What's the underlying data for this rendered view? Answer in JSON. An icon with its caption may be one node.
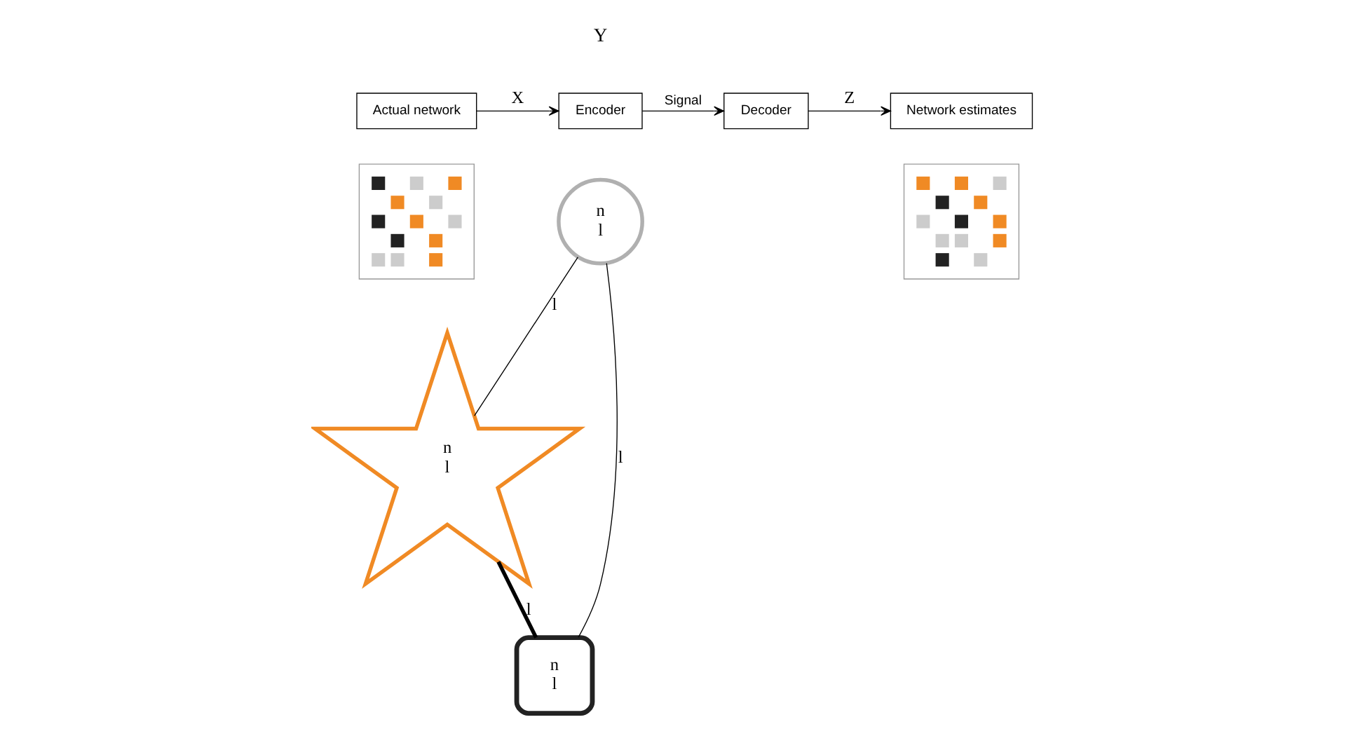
{
  "diagram": {
    "nodes": [
      {
        "text": [
          "Actual network"
        ]
      },
      {
        "text": [
          "Encoder"
        ]
      },
      {
        "text": [
          "Decoder"
        ]
      },
      {
        "text": [
          "Network estimates"
        ]
      },
      {
        "text": [],
        "shape": "picture"
      },
      {
        "text": [
          "n",
          "l"
        ]
      },
      {
        "text": [
          "n",
          "l"
        ]
      },
      {
        "text": [
          "n",
          "l"
        ]
      },
      {
        "text": [],
        "shape": "picture"
      }
    ],
    "edges": [
      {
        "from": 0,
        "to": 1,
        "arrow": "to",
        "label": "X"
      },
      {
        "from": 1,
        "to": 2,
        "arrow": "to",
        "label": "Signal"
      },
      {
        "from": 2,
        "to": 3,
        "arrow": "to",
        "label": "Z"
      },
      {
        "from": 5,
        "to": 6,
        "arrow": "none",
        "label": "l"
      },
      {
        "from": 5,
        "to": 7,
        "arrow": "none",
        "label": "l"
      },
      {
        "from": 6,
        "to": 7,
        "arrow": "none",
        "label": "l",
        "style": "thick"
      }
    ],
    "labels": [
      "Y"
    ]
  }
}
